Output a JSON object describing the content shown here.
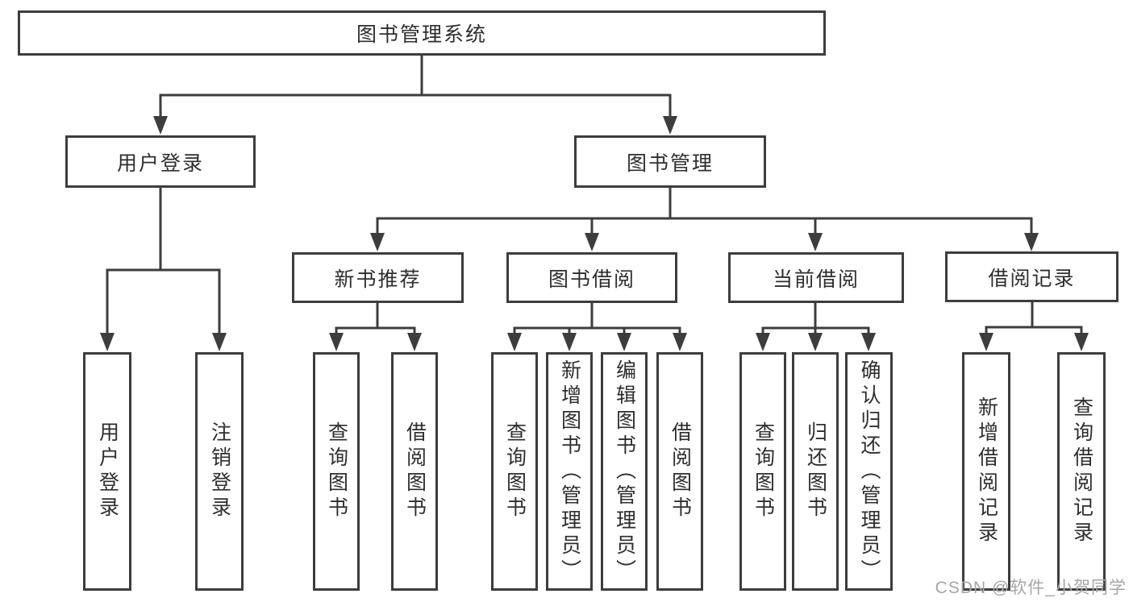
{
  "diagram_type": "tree",
  "tree": {
    "label": "图书管理系统",
    "children": [
      {
        "label": "用户登录",
        "children": [
          {
            "label": "用户登录"
          },
          {
            "label": "注销登录"
          }
        ]
      },
      {
        "label": "图书管理",
        "children": [
          {
            "label": "新书推荐",
            "children": [
              {
                "label": "查询图书"
              },
              {
                "label": "借阅图书"
              }
            ]
          },
          {
            "label": "图书借阅",
            "children": [
              {
                "label": "查询图书"
              },
              {
                "label": "新增图书（管理员）"
              },
              {
                "label": "编辑图书（管理员）"
              },
              {
                "label": "借阅图书"
              }
            ]
          },
          {
            "label": "当前借阅",
            "children": [
              {
                "label": "查询图书"
              },
              {
                "label": "归还图书"
              },
              {
                "label": "确认归还（管理员）"
              }
            ]
          },
          {
            "label": "借阅记录",
            "children": [
              {
                "label": "新增借阅记录"
              },
              {
                "label": "查询借阅记录"
              }
            ]
          }
        ]
      }
    ]
  },
  "watermark": "CSDN @软件_小贺同学",
  "colors": {
    "line": "#3d3d3d",
    "text": "#2e2e2e",
    "watermark_text": "#a6a6a6",
    "background": "#ffffff"
  }
}
